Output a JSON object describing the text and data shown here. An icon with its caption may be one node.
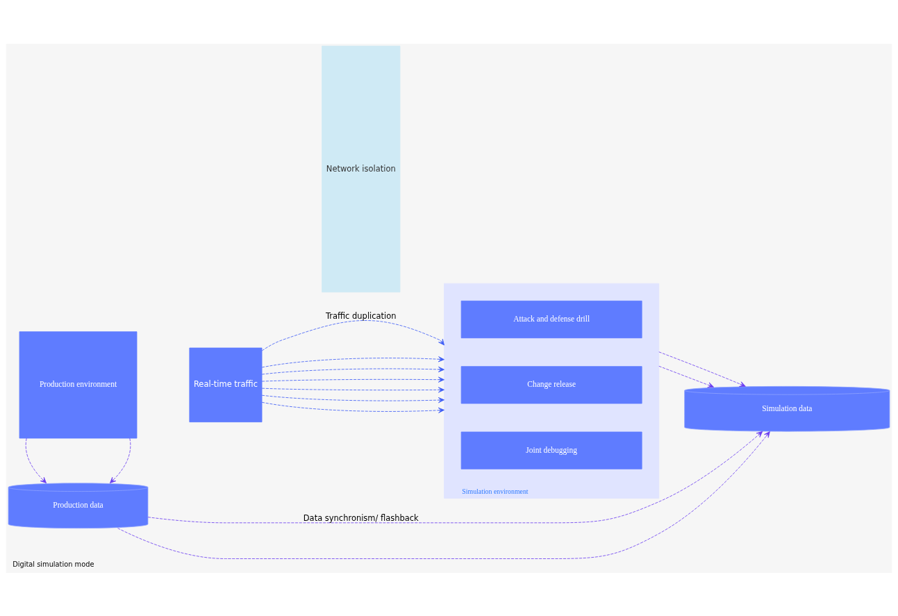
{
  "diagram": {
    "caption": "Digital simulation mode",
    "nodes": [
      {
        "text": [
          "Production environment"
        ]
      },
      {
        "text": [
          "Real-time traffic"
        ]
      },
      {
        "text": [
          "Network isolation"
        ]
      },
      {
        "text": [
          "Simulation environment"
        ]
      },
      {
        "text": [
          "Joint debugging"
        ],
        "in": 3
      },
      {
        "text": [
          "Change release"
        ],
        "in": 3
      },
      {
        "text": [
          "Attack and defense drill"
        ],
        "in": 3
      },
      {
        "text": [
          "Production data"
        ]
      },
      {
        "text": [
          "Simulation data"
        ]
      }
    ],
    "edges": [
      {
        "from": 1,
        "to": 3,
        "arrow": "to",
        "style": "dashed",
        "label": "Traffic duplication"
      },
      {
        "from": 1,
        "to": 3,
        "arrow": "to",
        "style": "dashed"
      },
      {
        "from": 1,
        "to": 3,
        "arrow": "to",
        "style": "dashed"
      },
      {
        "from": 1,
        "to": 3,
        "arrow": "to",
        "style": "dashed"
      },
      {
        "from": 1,
        "to": 3,
        "arrow": "to",
        "style": "dashed"
      },
      {
        "from": 1,
        "to": 3,
        "arrow": "to",
        "style": "dashed"
      },
      {
        "from": 1,
        "to": 3,
        "arrow": "to",
        "style": "dashed"
      },
      {
        "from": 0,
        "to": 7,
        "arrow": "to",
        "style": "dashed",
        "color": "#6a3cf0"
      },
      {
        "from": 0,
        "to": 7,
        "arrow": "to",
        "style": "dashed",
        "color": "#6a3cf0"
      },
      {
        "from": 3,
        "to": 8,
        "arrow": "to",
        "style": "dashed",
        "color": "#6a3cf0"
      },
      {
        "from": 3,
        "to": 8,
        "arrow": "to",
        "style": "dashed",
        "color": "#6a3cf0"
      },
      {
        "from": 7,
        "to": 8,
        "arrow": "to",
        "style": "dashed",
        "color": "#6a3cf0",
        "label": "Data synchronism/ flashback"
      },
      {
        "from": 7,
        "to": 8,
        "arrow": "to",
        "style": "dashed",
        "color": "#6a3cf0"
      }
    ]
  }
}
